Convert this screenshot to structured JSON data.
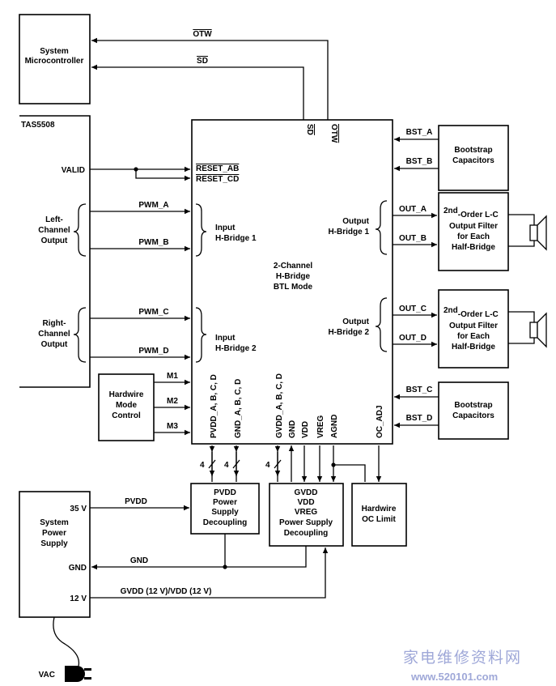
{
  "signals": {
    "otw": "OTW",
    "sd": "SD",
    "sd_pin": "SD",
    "otw_pin": "OTW",
    "valid": "VALID",
    "reset_ab": "RESET_AB",
    "reset_cd": "RESET_CD",
    "pwm_a": "PWM_A",
    "pwm_b": "PWM_B",
    "pwm_c": "PWM_C",
    "pwm_d": "PWM_D",
    "bst_a": "BST_A",
    "bst_b": "BST_B",
    "bst_c": "BST_C",
    "bst_d": "BST_D",
    "out_a": "OUT_A",
    "out_b": "OUT_B",
    "out_c": "OUT_C",
    "out_d": "OUT_D",
    "m1": "M1",
    "m2": "M2",
    "m3": "M3",
    "pvdd": "PVDD",
    "gnd": "GND",
    "gvdd_vdd": "GVDD (12 V)/VDD (12 V)",
    "v35": "35 V",
    "gnd_pin": "GND",
    "v12": "12 V",
    "vac": "VAC",
    "bus4_a": "4",
    "bus4_b": "4",
    "bus4_c": "4"
  },
  "blocks": {
    "microcontroller": [
      "System",
      "Microcontroller"
    ],
    "tas5508": "TAS5508",
    "left_channel": [
      "Left-",
      "Channel",
      "Output"
    ],
    "right_channel": [
      "Right-",
      "Channel",
      "Output"
    ],
    "hardwire_mode": [
      "Hardwire",
      "Mode",
      "Control"
    ],
    "input_hb1": [
      "Input",
      "H-Bridge 1"
    ],
    "input_hb2": [
      "Input",
      "H-Bridge 2"
    ],
    "output_hb1": [
      "Output",
      "H-Bridge 1"
    ],
    "output_hb2": [
      "Output",
      "H-Bridge 2"
    ],
    "center": [
      "2-Channel",
      "H-Bridge",
      "BTL Mode"
    ],
    "bottom_pins": [
      "PVDD_A, B, C, D",
      "GND_A, B, C, D",
      "GVDD_A, B, C, D",
      "GND",
      "VDD",
      "VREG",
      "AGND",
      "OC_ADJ"
    ],
    "bootstrap_top": [
      "Bootstrap",
      "Capacitors"
    ],
    "bootstrap_bottom": [
      "Bootstrap",
      "Capacitors"
    ],
    "filter_top": {
      "sup_prefix": "2nd",
      "lines": [
        "-Order L-C",
        "Output Filter",
        "for Each",
        "Half-Bridge"
      ]
    },
    "filter_bottom": {
      "sup_prefix": "2nd",
      "lines": [
        "-Order L-C",
        "Output Filter",
        "for Each",
        "Half-Bridge"
      ]
    },
    "pvdd_decoupling": [
      "PVDD",
      "Power",
      "Supply",
      "Decoupling"
    ],
    "gvdd_decoupling": [
      "GVDD",
      "VDD",
      "VREG",
      "Power Supply",
      "Decoupling"
    ],
    "oc_limit": [
      "Hardwire",
      "OC Limit"
    ],
    "power_supply": [
      "System",
      "Power",
      "Supply"
    ]
  },
  "watermark": {
    "cn": "家电维修资料网",
    "url": "www.520101.com"
  }
}
